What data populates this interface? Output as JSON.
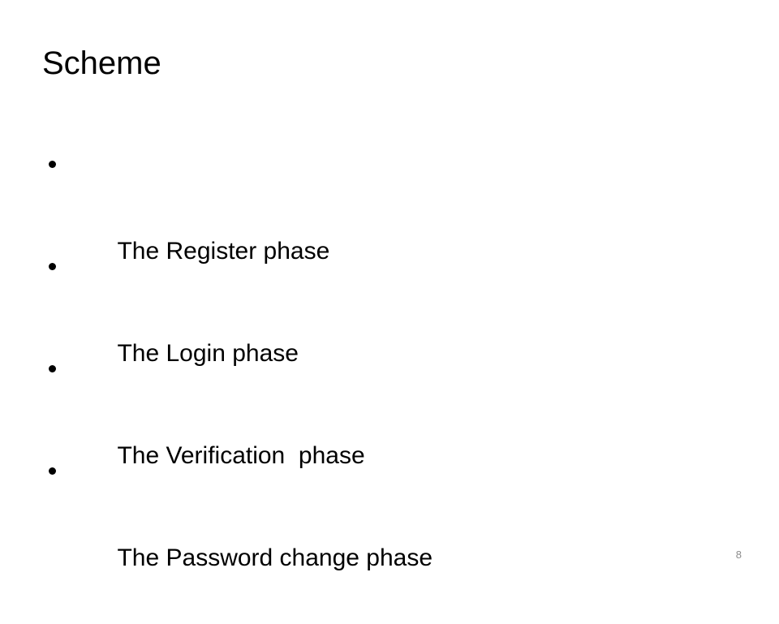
{
  "slide": {
    "title": "Scheme",
    "bullets": [
      "The Register phase",
      "The Login phase",
      "The Verification  phase",
      "The Password change phase"
    ],
    "page_number": "8"
  }
}
